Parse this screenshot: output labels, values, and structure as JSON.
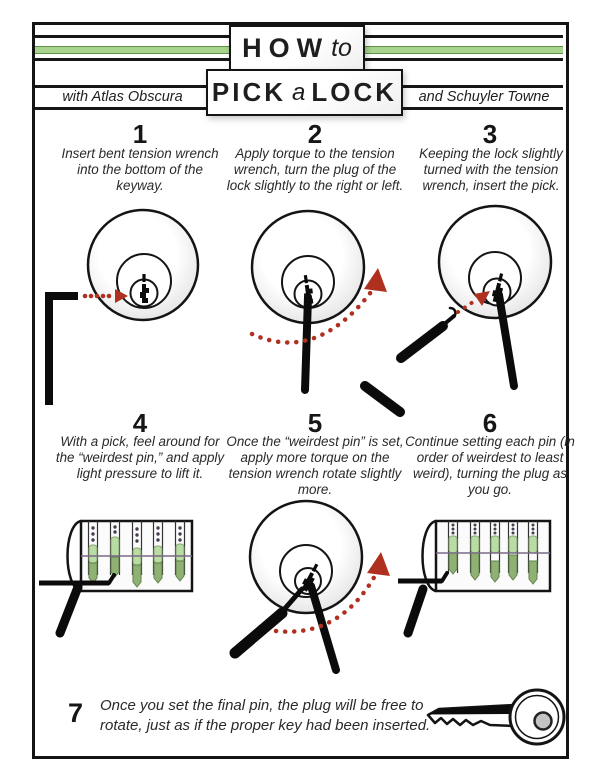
{
  "header": {
    "title_line1": {
      "word1": "HOW",
      "word2": "to"
    },
    "title_line2": {
      "word1": "PICK",
      "word2": "a",
      "word3": "LOCK"
    },
    "credit_left": "with Atlas Obscura",
    "credit_right": "and Schuyler Towne"
  },
  "steps": [
    {
      "number": "1",
      "text": "Insert bent tension wrench into the bottom of the keyway."
    },
    {
      "number": "2",
      "text": "Apply torque to the tension wrench, turn the plug of the lock slightly to the right or left."
    },
    {
      "number": "3",
      "text": "Keeping the lock slightly turned with the tension wrench, insert the pick."
    },
    {
      "number": "4",
      "text": "With a pick, feel around for the “weirdest pin,” and apply light pressure to lift it."
    },
    {
      "number": "5",
      "text": "Once the “weirdest pin” is set, apply more torque on the tension wrench rotate slightly more."
    },
    {
      "number": "6",
      "text": "Continue setting each pin (in order of weirdest to least weird), turning the plug as you go."
    }
  ],
  "final_step": {
    "number": "7",
    "text": "Once you set the final pin, the plug will be free to rotate, just as if the proper key had been inserted."
  },
  "colors": {
    "accent_green": "#a8d48e",
    "arrow_red": "#b0301f",
    "pin_light_green": "#b9dba4",
    "pin_dark_green": "#8fb274",
    "spring_dot": "#4a3d52",
    "ink": "#141414"
  },
  "icons": [
    "lock-face-icon",
    "keyway-icon",
    "tension-wrench-icon",
    "pick-icon",
    "insert-arrow-icon",
    "rotation-arrow-icon",
    "lock-cylinder-icon",
    "pin-stack-icon",
    "key-icon"
  ]
}
